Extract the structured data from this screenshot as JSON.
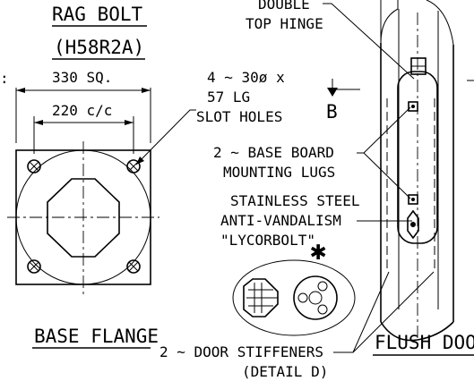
{
  "labels": {
    "rag_bolt": "RAG BOLT",
    "rag_bolt_code": "(H58R2A)",
    "dim_330": "330 SQ.",
    "dim_220": "220 c/c",
    "slot_l1": "4 ~ 30ø x",
    "slot_l2": "57 LG",
    "slot_l3": "SLOT HOLES",
    "hinge_l1": "DOUBLE",
    "hinge_l2": "TOP HINGE",
    "section_b": "B",
    "lugs_l1": "2 ~ BASE BOARD",
    "lugs_l2": "MOUNTING LUGS",
    "anti_l1": "STAINLESS STEEL",
    "anti_l2": "ANTI-VANDALISM",
    "anti_l3": "\"LYCORBOLT\"",
    "asterisk": "✱",
    "base_flange": "BASE FLANGE",
    "stiff_l1": "2 ~ DOOR STIFFENERS",
    "stiff_l2": "(DETAIL D)",
    "flush_door": "FLUSH DOO",
    "left_edge": ":"
  }
}
